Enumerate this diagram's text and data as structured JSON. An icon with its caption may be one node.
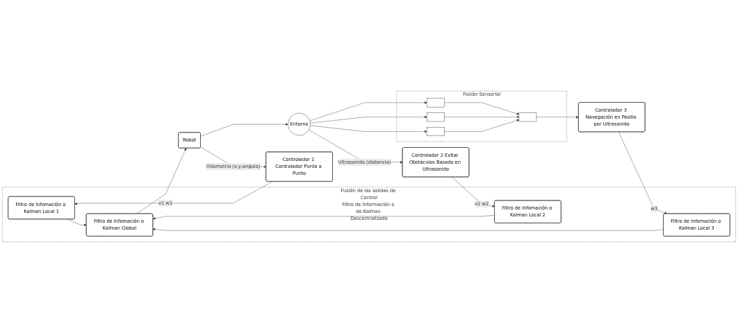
{
  "diagram": {
    "nodes": [
      {
        "text": [
          "Fusión de las salidas de Control",
          "Filtro de Información o de Kalman Descentralizado"
        ]
      },
      {
        "text": [
          "Controlador 1 Controlador Punto a Punto"
        ]
      },
      {
        "text": [
          "Controlador 2 Evitar Obstáculos Basado en Ultrasonido"
        ]
      },
      {
        "text": [
          "Fusión Sensorial"
        ]
      },
      {
        "text": [],
        "shape": "box",
        "in": 3
      },
      {
        "text": [],
        "shape": "box",
        "in": 3
      },
      {
        "text": [],
        "shape": "box",
        "in": 3
      },
      {
        "text": [],
        "shape": "box",
        "in": 3
      },
      {
        "text": [
          "Controlador 3 Navegación en Pasillo por Ultrasonido"
        ]
      },
      {
        "text": [
          "Filtro de Infomación o Kalman Local 1"
        ],
        "in": 0
      },
      {
        "text": [
          "Filtro de Infomación o Kalman Local 2"
        ],
        "in": 0
      },
      {
        "text": [
          "Filtro de Infomación o Kalman Local 3"
        ],
        "in": 0
      },
      {
        "text": [
          "Filtro de Infomación o Kalman Global"
        ],
        "in": 0
      },
      {
        "text": [
          "Robot"
        ]
      },
      {
        "text": [
          "Entorno"
        ]
      }
    ],
    "edges": [
      {
        "from": 4,
        "to": 7,
        "arrow": "to"
      },
      {
        "from": 5,
        "to": 7,
        "arrow": "to"
      },
      {
        "from": 6,
        "to": 7,
        "arrow": "to"
      },
      {
        "from": 7,
        "to": 8,
        "arrow": "to"
      },
      {
        "from": 1,
        "to": 9,
        "arrow": "to",
        "label": "v1 w1"
      },
      {
        "from": 2,
        "to": 10,
        "arrow": "to",
        "label": "v2 w2"
      },
      {
        "from": 8,
        "to": 11,
        "arrow": "to",
        "label": "w3"
      },
      {
        "from": 9,
        "to": 12,
        "arrow": "to"
      },
      {
        "from": 10,
        "to": 12,
        "arrow": "to"
      },
      {
        "from": 11,
        "to": 12,
        "arrow": "to"
      },
      {
        "from": 12,
        "to": 13,
        "arrow": "to"
      },
      {
        "from": 13,
        "to": 14,
        "arrow": "to"
      },
      {
        "from": 13,
        "to": 1,
        "arrow": "to",
        "label": "Odometria (x,y,angulo)"
      },
      {
        "from": 14,
        "to": 2,
        "arrow": "to",
        "label": "Ultrasonido (distancia)"
      },
      {
        "from": 14,
        "to": 4,
        "arrow": "to"
      },
      {
        "from": 14,
        "to": 5,
        "arrow": "to"
      },
      {
        "from": 14,
        "to": 6,
        "arrow": "to"
      }
    ]
  }
}
